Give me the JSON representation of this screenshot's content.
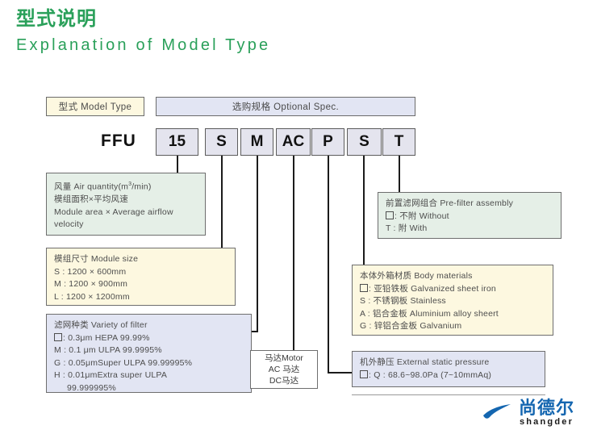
{
  "heading": {
    "cn": "型式说明",
    "en": "Explanation of  Model Type"
  },
  "colors": {
    "accent_green": "#2aa05a",
    "cream": "#fdf8e0",
    "lavender": "#e2e5f3",
    "mint": "#e5efe7",
    "cell_fill": "#e4e4ee",
    "line": "#1b1b1b",
    "logo_blue": "#1466b0"
  },
  "header_boxes": {
    "model_type": "型式  Model Type",
    "optional_spec": "选购规格 Optional Spec."
  },
  "code_row": {
    "prefix": "FFU",
    "cells": [
      "15",
      "S",
      "M",
      "AC",
      "P",
      "S",
      "T"
    ]
  },
  "air_quantity": {
    "lines": [
      "风量 Air quantity(m3/min)",
      "模组面积×平均风速",
      "Module  area ×  Average  airflow",
      "velocity"
    ],
    "l1_a": "风量 Air quantity(m",
    "l1_sup": "3",
    "l1_b": "/min)",
    "l2": "模组面积×平均风速",
    "l3": "Module  area ×  Average  airflow",
    "l4": "velocity"
  },
  "module_size": {
    "title": "模组尺寸 Module size",
    "rows": [
      "S : 1200 × 600mm",
      "M : 1200 × 900mm",
      "L :  1200 × 1200mm"
    ]
  },
  "filter_variety": {
    "title": "滤网种类 Variety of filter",
    "row1_suffix": ": 0.3μm HEPA     99.99%",
    "rows": [
      "M : 0.1 μm ULPA   99.9995%",
      "G : 0.05μmSuper ULPA     99.99995%",
      "H : 0.01μmExtra super ULPA",
      "99.999995%"
    ]
  },
  "motor": {
    "lines": [
      "马达Motor",
      "AC 马达",
      "DC马达"
    ]
  },
  "prefilter": {
    "title": "前置滤网组合 Pre-filter assembly",
    "row1_suffix": ": 不附  Without",
    "row2": "T : 附     With"
  },
  "body_materials": {
    "title": "本体外箱材质 Body materials",
    "row1_suffix": ": 亚铅铁板      Galvanized sheet iron",
    "rows": [
      "S : 不锈钢板      Stainless",
      "A : 铝合金板      Aluminium alloy sheert",
      "G : 锌铝合金板  Galvanium"
    ]
  },
  "static_pressure": {
    "title": "机外静压 External static pressure",
    "row1_suffix": ": Q : 68.6~98.0Pa    (7~10mmAq)"
  },
  "logo": {
    "cn": "尚德尔",
    "en": "shangder",
    "mark": "swoosh-icon"
  }
}
